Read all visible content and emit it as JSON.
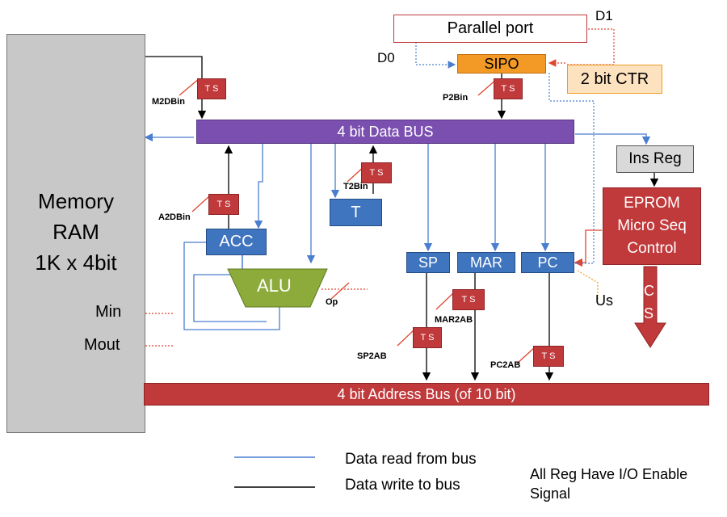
{
  "memory": {
    "line1": "Memory",
    "line2": "RAM",
    "line3": "1K x 4bit",
    "min": "Min",
    "mout": "Mout"
  },
  "data_bus": "4 bit Data BUS",
  "address_bus": "4 bit Address Bus (of 10 bit)",
  "parallel_port": "Parallel port",
  "sipo": "SIPO",
  "counter": "2 bit CTR",
  "ins_reg": "Ins Reg",
  "eprom": {
    "line1": "EPROM",
    "line2": "Micro Seq",
    "line3": "Control"
  },
  "cs": {
    "c": "C",
    "s": "S"
  },
  "registers": {
    "acc": "ACC",
    "alu": "ALU",
    "t": "T",
    "sp": "SP",
    "mar": "MAR",
    "pc": "PC"
  },
  "ts_label": "T S",
  "signals": {
    "m2dbin": "M2DBin",
    "p2bin": "P2Bin",
    "t2bin": "T2Bin",
    "a2dbin": "A2DBin",
    "op": "Op",
    "mar2ab": "MAR2AB",
    "sp2ab": "SP2AB",
    "pc2ab": "PC2AB",
    "d0": "D0",
    "d1": "D1",
    "us": "Us"
  },
  "legend": {
    "read": "Data read from bus",
    "write": "Data write to bus",
    "note_line1": "All Reg Have I/O Enable",
    "note_line2": "Signal"
  },
  "colors": {
    "memory_fill": "#c8c8c8",
    "data_bus": "#7a4fb0",
    "address_bus": "#c0393b",
    "register_blue": "#3f74be",
    "alu_green": "#8cab3a",
    "ts_red": "#c0393b",
    "eprom_red": "#c0393b",
    "sipo_orange": "#f39a26",
    "counter_fill": "#fde2bf",
    "read_line": "#4a7ed0",
    "write_line": "#000000"
  }
}
